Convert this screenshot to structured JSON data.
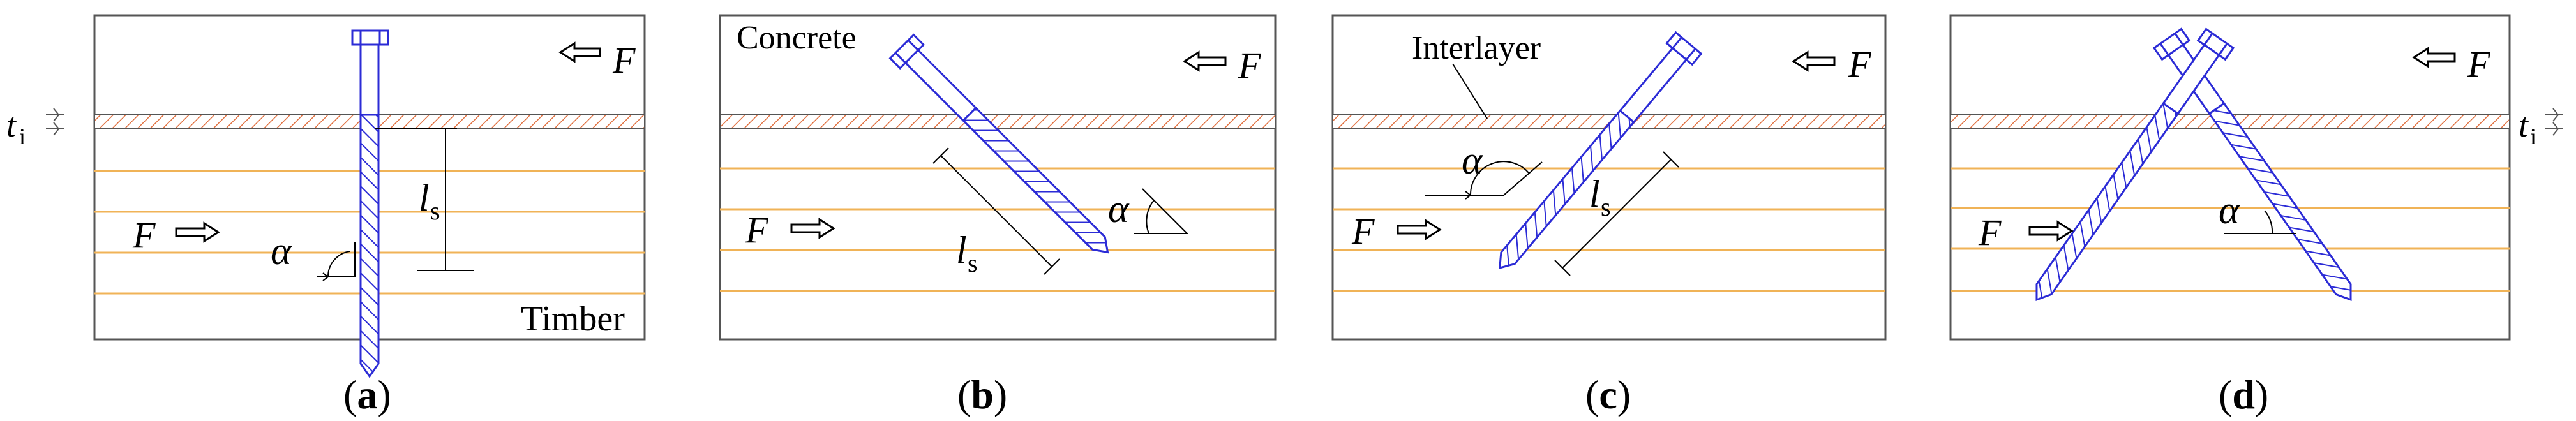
{
  "colors": {
    "screw": "#2b2bd6",
    "timber_lines": "#f0b357",
    "interlayer_hatch": "#e07040",
    "frame": "#555555",
    "ink": "#000000"
  },
  "symbols": {
    "force": "F",
    "angle": "α",
    "length": "l",
    "length_sub": "s",
    "thickness": "t",
    "thickness_sub": "i"
  },
  "materials": {
    "timber": "Timber",
    "concrete": "Concrete",
    "interlayer": "Interlayer"
  },
  "panels": [
    {
      "caption_letter": "a"
    },
    {
      "caption_letter": "b"
    },
    {
      "caption_letter": "c"
    },
    {
      "caption_letter": "d"
    }
  ]
}
